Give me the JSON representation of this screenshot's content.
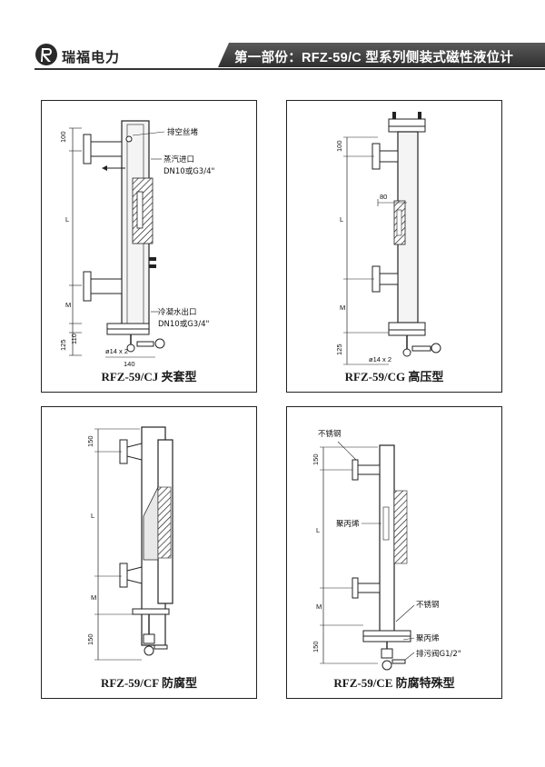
{
  "header": {
    "brand": "瑞福电力",
    "title": "第一部份：RFZ-59/C 型系列侧装式磁性液位计"
  },
  "panels": [
    {
      "caption": "RFZ-59/CJ 夹套型",
      "labels": {
        "vent": "排空丝堵",
        "steam_in": "蒸汽进口",
        "steam_spec": "DN10或G3/4\"",
        "cond_out": "冷凝水出口",
        "cond_spec": "DN10或G3/4\"",
        "dim_100": "100",
        "dim_l": "L",
        "dim_m": "M",
        "dim_110": "110",
        "dim_125": "125",
        "dim_hole": "ø14 x 2",
        "dim_140": "140"
      }
    },
    {
      "caption": "RFZ-59/CG 高压型",
      "labels": {
        "dim_100": "100",
        "dim_80": "80",
        "dim_l": "L",
        "dim_m": "M",
        "dim_125": "125",
        "dim_hole": "ø14 x 2"
      }
    },
    {
      "caption": "RFZ-59/CF 防腐型",
      "labels": {
        "dim_150a": "150",
        "dim_l": "L",
        "dim_m": "M",
        "dim_150b": "150"
      }
    },
    {
      "caption": "RFZ-59/CE 防腐特殊型",
      "labels": {
        "ss_top": "不锈钢",
        "pp_mid": "聚丙烯",
        "ss_low": "不锈钢",
        "pp_low": "聚丙烯",
        "drain": "排污阀G1/2\"",
        "dim_150a": "150",
        "dim_l": "L",
        "dim_m": "M",
        "dim_150b": "150"
      }
    }
  ]
}
